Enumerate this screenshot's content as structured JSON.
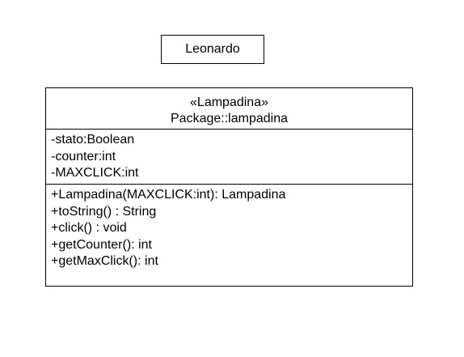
{
  "note": {
    "text": "Leonardo"
  },
  "class": {
    "stereotype": "«Lampadina»",
    "package": "Package::lampadina",
    "attributes": [
      "-stato:Boolean",
      "-counter:int",
      "-MAXCLICK:int"
    ],
    "operations": [
      "+Lampadina(MAXCLICK:int): Lampadina",
      "+toString() : String",
      "+click() : void",
      "+getCounter(): int",
      "+getMaxClick(): int"
    ]
  }
}
